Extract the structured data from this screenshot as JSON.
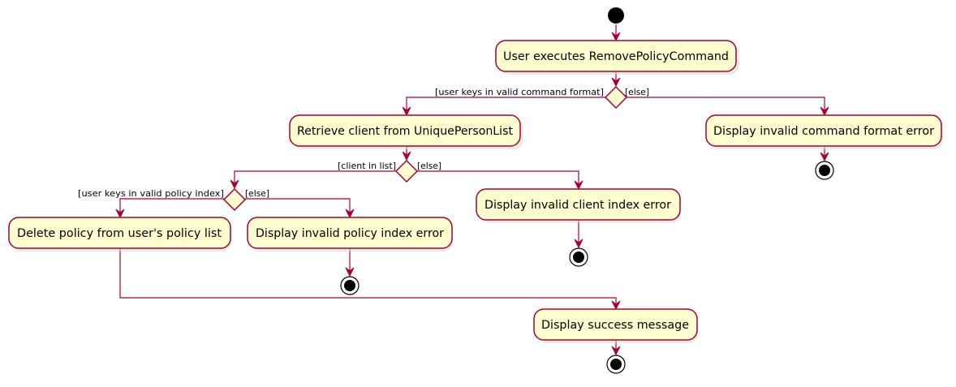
{
  "actions": {
    "execute_command": "User executes RemovePolicyCommand",
    "retrieve_client": "Retrieve client from UniquePersonList",
    "invalid_format_error": "Display invalid command format error",
    "invalid_client_error": "Display invalid client index error",
    "delete_policy": "Delete policy from user's policy list",
    "invalid_policy_error": "Display invalid policy index error",
    "success_message": "Display success message"
  },
  "guards": {
    "valid_format": "[user keys in valid command format]",
    "format_else": "[else]",
    "client_in_list": "[client in list]",
    "client_else": "[else]",
    "valid_policy_index": "[user keys in valid policy index]",
    "policy_else": "[else]"
  },
  "colors": {
    "line": "#A80036",
    "action_fill": "#FEFECE",
    "node": "#000000"
  }
}
